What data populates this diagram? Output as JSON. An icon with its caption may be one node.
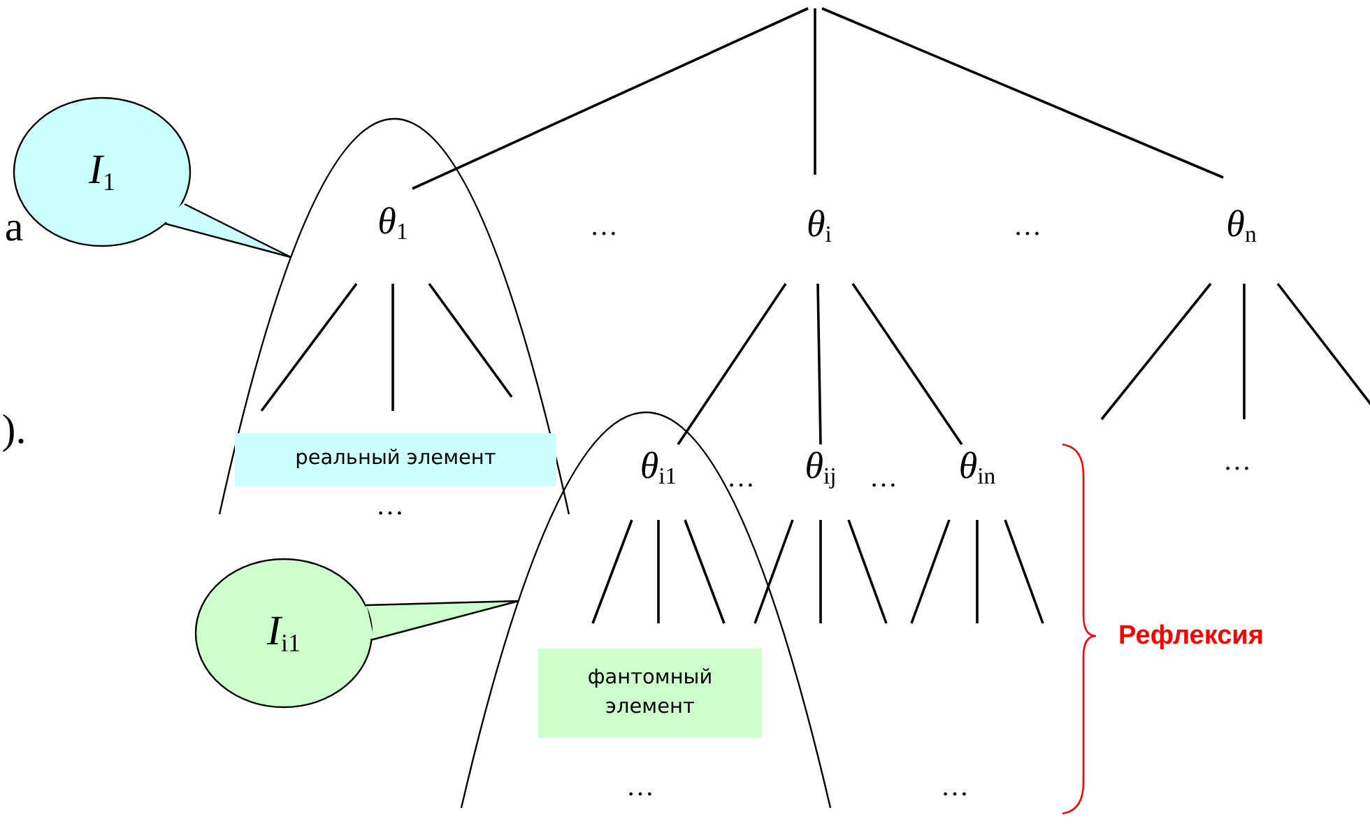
{
  "diagram": {
    "nodes": [
      {
        "text": [
          "*I*$_{1}$"
        ]
      },
      {
        "text": [
          "*θ*$_{1}$"
        ]
      },
      {
        "text": [
          "*θ*$_{i}$"
        ]
      },
      {
        "text": [
          "*θ*$_{n}$"
        ]
      },
      {
        "text": [
          "реальный элемент"
        ]
      },
      {
        "text": [
          "*θ*$_{i1}$"
        ]
      },
      {
        "text": [
          "*θ*$_{ij}$"
        ]
      },
      {
        "text": [
          "*θ*$_{in}$"
        ]
      },
      {
        "text": [
          "*I*$_{i1}$"
        ]
      },
      {
        "text": [
          "фантомный элемент"
        ]
      }
    ],
    "edges": [
      {
        "from": null,
        "to": 1,
        "arrow": "none"
      },
      {
        "from": null,
        "to": 2,
        "arrow": "none"
      },
      {
        "from": null,
        "to": 3,
        "arrow": "none"
      },
      {
        "from": 1,
        "to": null,
        "arrow": "none"
      },
      {
        "from": 1,
        "to": null,
        "arrow": "none"
      },
      {
        "from": 1,
        "to": null,
        "arrow": "none"
      },
      {
        "from": 2,
        "to": 5,
        "arrow": "none"
      },
      {
        "from": 2,
        "to": 6,
        "arrow": "none"
      },
      {
        "from": 2,
        "to": 7,
        "arrow": "none"
      },
      {
        "from": 3,
        "to": null,
        "arrow": "none"
      },
      {
        "from": 3,
        "to": null,
        "arrow": "none"
      },
      {
        "from": 3,
        "to": null,
        "arrow": "none"
      },
      {
        "from": 5,
        "to": null,
        "arrow": "none"
      },
      {
        "from": 5,
        "to": null,
        "arrow": "none"
      },
      {
        "from": 5,
        "to": null,
        "arrow": "none"
      },
      {
        "from": 6,
        "to": null,
        "arrow": "none"
      },
      {
        "from": 6,
        "to": null,
        "arrow": "none"
      },
      {
        "from": 6,
        "to": null,
        "arrow": "none"
      },
      {
        "from": 7,
        "to": null,
        "arrow": "none"
      },
      {
        "from": 7,
        "to": null,
        "arrow": "none"
      },
      {
        "from": 7,
        "to": null,
        "arrow": "none"
      },
      {
        "from": 0,
        "to": null,
        "arrow": "none"
      },
      {
        "from": 8,
        "to": null,
        "arrow": "none"
      }
    ],
    "labels": [
      "а",
      "…",
      "…",
      ").",
      "…",
      "…",
      "…",
      "…",
      "Рефлексия",
      "…",
      "…"
    ]
  }
}
